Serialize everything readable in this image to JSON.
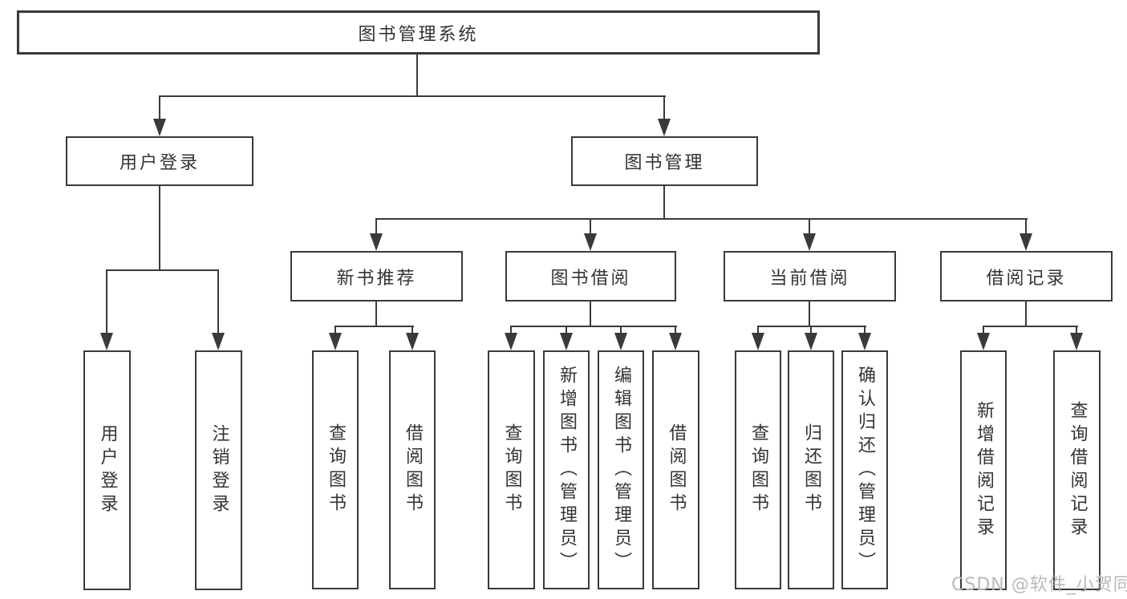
{
  "diagram": {
    "title": "图书管理系统",
    "level2": [
      {
        "label": "用户登录"
      },
      {
        "label": "图书管理"
      }
    ],
    "level3": [
      {
        "label": "新书推荐"
      },
      {
        "label": "图书借阅"
      },
      {
        "label": "当前借阅"
      },
      {
        "label": "借阅记录"
      }
    ],
    "leaves": [
      {
        "label": "用户登录"
      },
      {
        "label": "注销登录"
      },
      {
        "label": "查询图书"
      },
      {
        "label": "借阅图书"
      },
      {
        "label": "查询图书"
      },
      {
        "label": "新增图书（管理员）"
      },
      {
        "label": "编辑图书（管理员）"
      },
      {
        "label": "借阅图书"
      },
      {
        "label": "查询图书"
      },
      {
        "label": "归还图书"
      },
      {
        "label": "确认归还（管理员）"
      },
      {
        "label": "新增借阅记录"
      },
      {
        "label": "查询借阅记录"
      }
    ],
    "watermark": "CSDN @软件_小贺同学",
    "colors": {
      "line": "#3a3a3a",
      "text": "#333333",
      "watermark": "#b9b9b9",
      "background": "#ffffff"
    }
  }
}
